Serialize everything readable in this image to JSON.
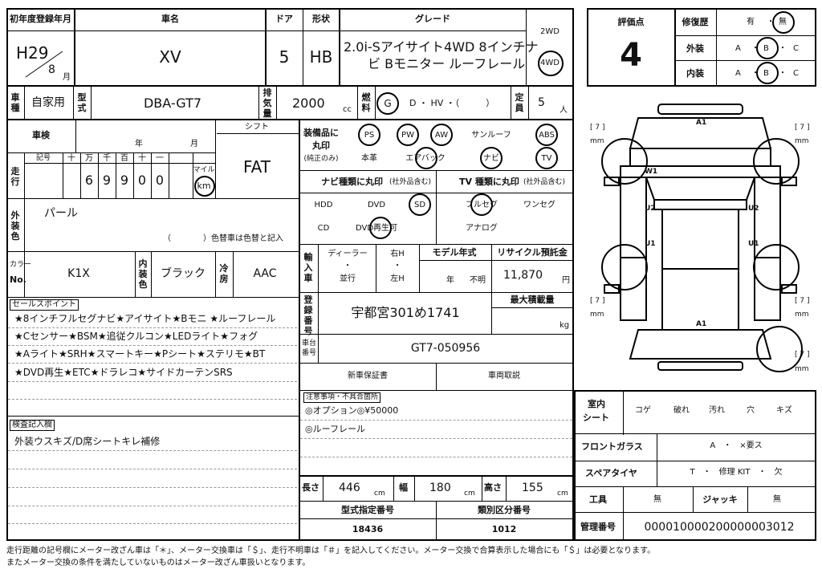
{
  "header": {
    "first_reg_label": "初年度登録年月",
    "reg_era_year": "H29",
    "reg_month": "8",
    "reg_month_unit": "月",
    "car_name_label": "車名",
    "car_name": "XV",
    "doors_label": "ドア",
    "doors": "5",
    "shape_label": "形状",
    "shape": "HB",
    "grade_label": "グレード",
    "grade_line1": "2.0i-Sアイサイト4WD 8インチナ",
    "grade_line2": "ビ Bモニター ルーフレール",
    "drive_2wd": "2WD",
    "drive_4wd": "4WD"
  },
  "row2": {
    "type_label": "車種",
    "type": "自家用",
    "model_label": "型式",
    "model": "DBA-GT7",
    "disp_label": "排気量",
    "disp": "2000",
    "disp_unit": "cc",
    "fuel_label": "燃料",
    "fuel_g": "G",
    "fuel_rest": "D ・ HV ・（　　　）",
    "cap_label": "定員",
    "cap": "5",
    "cap_unit": "人"
  },
  "inspection": {
    "shaken_label": "車検",
    "year_unit": "年",
    "month_unit": "月",
    "shift_label": "シフト",
    "shift": "FAT",
    "mileage_label": "走行",
    "kigou": "記号",
    "digit_labels": [
      "十",
      "万",
      "千",
      "百",
      "十",
      "一"
    ],
    "digits": [
      "",
      "6",
      "9",
      "9",
      "0",
      "0"
    ],
    "mile": "マイル",
    "km": "km"
  },
  "exterior": {
    "label": "外装色",
    "color": "パール",
    "note": "（　　　　）色替車は色替と記入"
  },
  "color_no": {
    "label": "カラーNo.",
    "value": "K1X",
    "interior_label": "内装色",
    "interior": "ブラック",
    "cool_label": "冷房",
    "cool": "AAC"
  },
  "equipment": {
    "label1": "装備品に",
    "label2": "丸印",
    "label3": "(純正のみ)",
    "items_row1": [
      "PS",
      "PW",
      "AW",
      "サンルーフ",
      "ABS"
    ],
    "items_row2": [
      "本革",
      "エアバック",
      "ナビ",
      "TV"
    ]
  },
  "navi": {
    "label": "ナビ種類に丸印",
    "note": "(社外品含む)",
    "items": [
      "HDD",
      "DVD",
      "SD",
      "DVD再生可",
      "CD"
    ]
  },
  "tv": {
    "label": "TV 種類に丸印",
    "note": "(社外品含む)",
    "items": [
      "フルセグ",
      "ワンセグ",
      "アナログ"
    ]
  },
  "import": {
    "label": "輸入車",
    "dealer": "ディーラー",
    "dot": "・",
    "parallel": "並行",
    "right_h": "右H",
    "left_h": "左H",
    "model_year_label": "モデル年式",
    "year_unit": "年",
    "unknown": "不明",
    "recycle_label": "リサイクル預託金",
    "recycle": "11,870",
    "yen": "円"
  },
  "registration": {
    "label": "登録番号",
    "plate": "宇都宮301め1741",
    "max_load_label": "最大積載量",
    "kg": "kg",
    "chassis_label": "車台番号",
    "chassis": "GT7-050956"
  },
  "warranty": {
    "new": "新車保証書",
    "manual": "車両取説"
  },
  "notes": {
    "label": "注意事項・不具合箇所",
    "line1": "◎オプション◎¥50000",
    "line2": "◎ルーフレール"
  },
  "sales": {
    "label": "セールスポイント",
    "lines": [
      "★8インチフルセグナビ★アイサイト★Bモニ ★ルーフレール",
      "★Cセンサー★BSM★追従クルコン★LEDライト★フォグ",
      "★Aライト★SRH★スマートキー★Pシート★ステリモ★BT",
      "★DVD再生★ETC★ドラレコ★サイドカーテンSRS"
    ]
  },
  "inspector": {
    "label": "検査記入欄",
    "line1": "外装ウスキズ/D席シートキレ補修"
  },
  "dims": {
    "length_label": "長さ",
    "length": "446",
    "width_label": "幅",
    "width": "180",
    "height_label": "高さ",
    "height": "155",
    "cm": "cm",
    "type_cert_label": "型式指定番号",
    "type_cert": "18436",
    "class_label": "類別区分番号",
    "class_no": "1012"
  },
  "score": {
    "label": "評価点",
    "value": "4",
    "repair_label": "修復歴",
    "repair_opts": [
      "有",
      "・",
      "無"
    ],
    "exterior_label": "外装",
    "interior_label": "内装",
    "grades": [
      "A",
      "・",
      "B",
      "・",
      "C"
    ]
  },
  "diagram": {
    "mm": "mm",
    "seven": "[ 7 ]",
    "labels": [
      "A1",
      "W1",
      "U2",
      "U2",
      "U1",
      "U1",
      "A1"
    ]
  },
  "right_table": {
    "room_label1": "室内",
    "room_label2": "シート",
    "room_items": [
      "コゲ",
      "破れ",
      "汚れ",
      "穴",
      "キズ"
    ],
    "glass_label": "フロントガラス",
    "glass_value": "A　・　×要ス",
    "spare_label": "スペアタイヤ",
    "spare_value": "T　・　修理 KIT　・　欠",
    "tools_label": "工具",
    "tools": "無",
    "jack_label": "ジャッキ",
    "jack": "無",
    "mgmt_label": "管理番号",
    "mgmt": "000010000200000003012"
  },
  "footer": {
    "line1": "走行距離の記号欄にメーター改ざん車は「＊」、メーター交換車は「＄」、走行不明車は「＃」を記入してください。メーター交換で合算表示した場合にも「＄」は必要となります。",
    "line2": "またメーター交換の条件を満たしていないものはメーター改ざん車扱いとなります。"
  }
}
